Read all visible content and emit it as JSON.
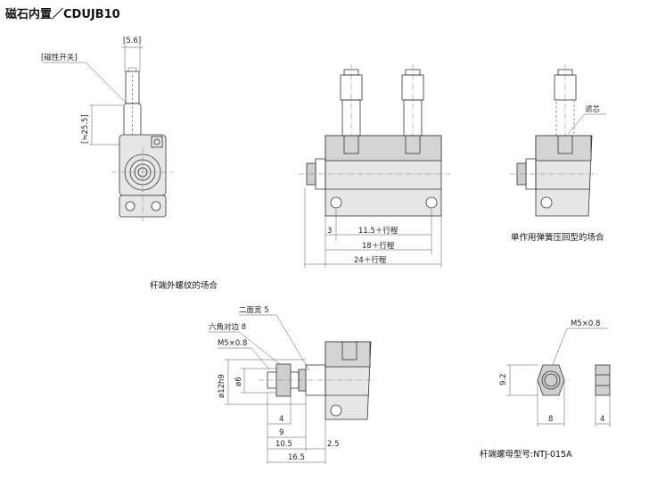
{
  "title": "磁石内置／CDUJB10",
  "labels": {
    "switch_width": "[5.6]",
    "magnetic_switch": "[磁性开关]",
    "switch_height": "[≒25.5]",
    "filter": "滤芯",
    "dim_3": "3",
    "dim_11_5": "11.5＋行程",
    "dim_18": "18＋行程",
    "dim_24": "24＋行程",
    "single_acting_caption": "单作用弹簧压回型的场合",
    "rod_thread_caption": "杆端外螺纹的场合",
    "width_across_flats_5": "二面宽 5",
    "hex_across_flats_8": "六角对边  8",
    "m5_left": "M5×0.8",
    "dia_12h9": "ø12h9",
    "dia_6": "ø6",
    "dim_4_left": "4",
    "dim_9": "9",
    "dim_10_5": "10.5",
    "dim_2_5": "2.5",
    "dim_16_5": "16.5",
    "m5_right": "M5×0.8",
    "dim_9_2": "9.2",
    "dim_8": "8",
    "dim_4_right": "4",
    "nut_caption": "杆端螺母型号:NTJ-015A"
  }
}
